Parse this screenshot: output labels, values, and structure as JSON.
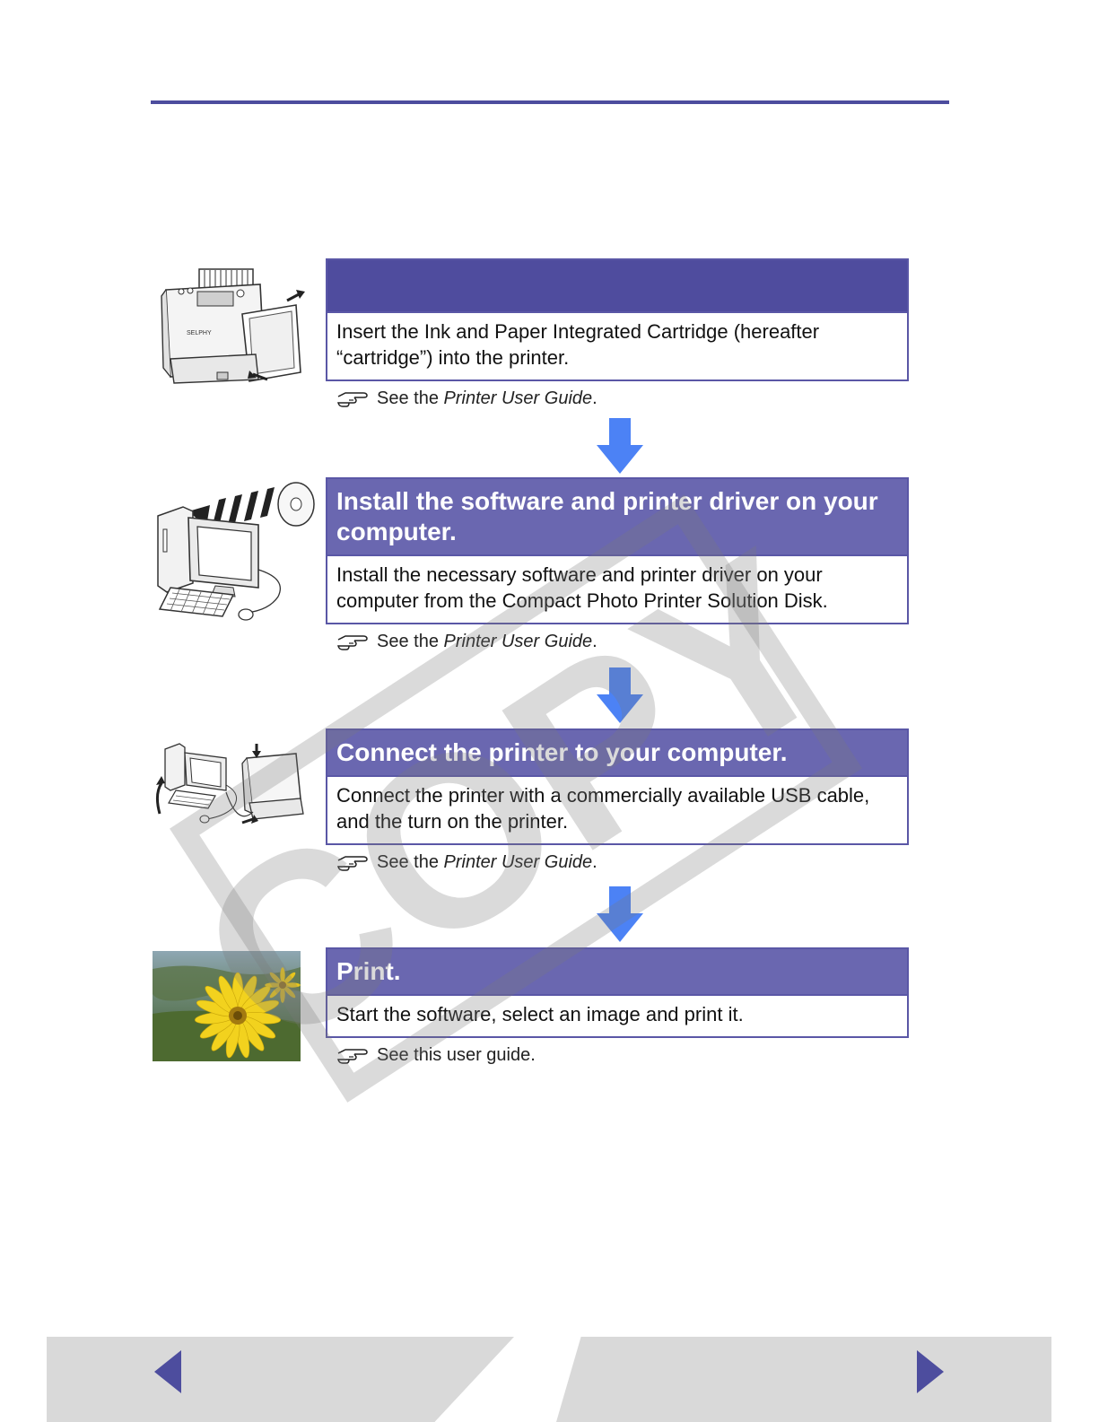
{
  "steps": [
    {
      "title": "",
      "body": "Insert the Ink and Paper Integrated Cartridge (hereafter “cartridge”) into the printer.",
      "ref_prefix": "See the ",
      "ref_italic": "Printer User Guide",
      "ref_suffix": "."
    },
    {
      "title": "Install the software and printer driver on your computer.",
      "body": "Install the necessary software and printer driver on your computer from the Compact Photo Printer Solution Disk.",
      "ref_prefix": "See the ",
      "ref_italic": "Printer User Guide",
      "ref_suffix": "."
    },
    {
      "title": "Connect the printer to your computer.",
      "body": "Connect the printer with a commercially available USB cable, and the turn on the printer.",
      "ref_prefix": "See the ",
      "ref_italic": "Printer User Guide",
      "ref_suffix": "."
    },
    {
      "title": "Print.",
      "body": "Start the software, select an image and print it.",
      "ref_prefix": "See this user guide.",
      "ref_italic": "",
      "ref_suffix": ""
    }
  ],
  "illustration_printer_text": "SELPHY",
  "watermark_text": "COPY",
  "colors": {
    "accent": "#6a67b0",
    "accent_dark": "#4f4c9e",
    "arrow": "#4c82f5",
    "nav": "#4d4d9e"
  },
  "icons": {
    "reference": "pointing-hand-icon",
    "flow_arrow": "arrow-down-icon",
    "prev": "triangle-left-icon",
    "next": "triangle-right-icon"
  }
}
